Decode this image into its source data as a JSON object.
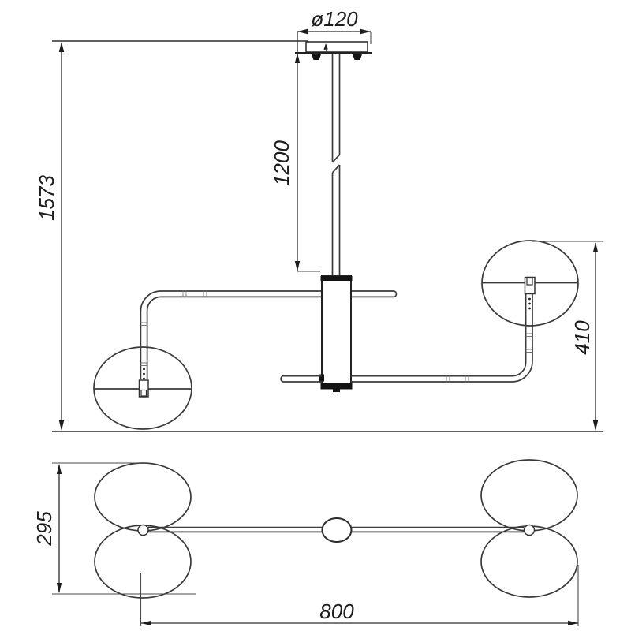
{
  "drawing": {
    "dimensions": {
      "canopy_diameter": "ø120",
      "stem_length": "1200",
      "overall_height": "1573",
      "globe_drop_height": "410",
      "plan_depth": "295",
      "plan_length": "800"
    },
    "colors": {
      "line": "#3a3a3a",
      "reference_line": "#606060",
      "dimension_line": "#2a2a2a",
      "text": "#1c1c1c",
      "fitting_fill": "#141414",
      "background": "#ffffff"
    }
  }
}
